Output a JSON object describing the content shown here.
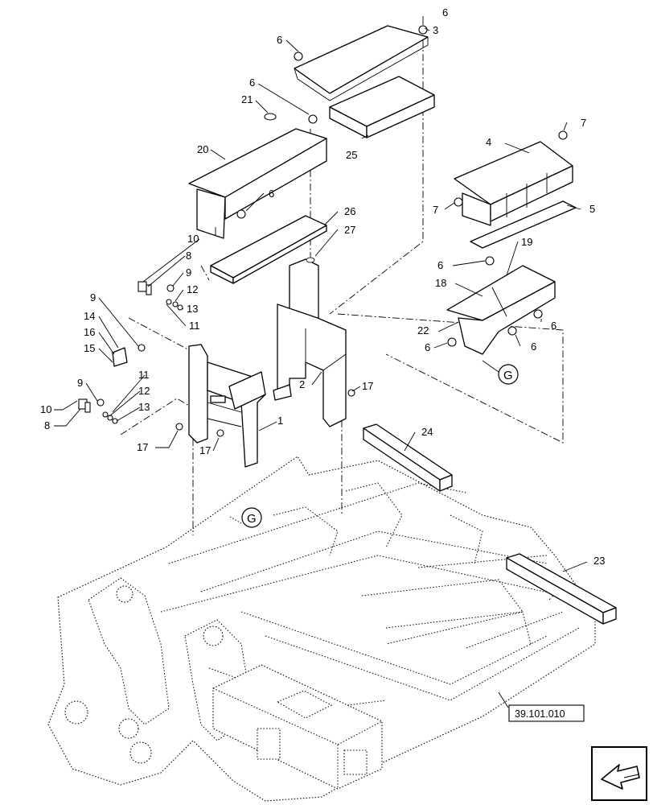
{
  "diagram": {
    "callouts": [
      {
        "id": "c3",
        "text": "3"
      },
      {
        "id": "c6a",
        "text": "6"
      },
      {
        "id": "c6b",
        "text": "6"
      },
      {
        "id": "c6c",
        "text": "6"
      },
      {
        "id": "c21",
        "text": "21"
      },
      {
        "id": "c20",
        "text": "20"
      },
      {
        "id": "c25",
        "text": "25"
      },
      {
        "id": "c6d",
        "text": "6"
      },
      {
        "id": "c26",
        "text": "26"
      },
      {
        "id": "c27",
        "text": "27"
      },
      {
        "id": "c7a",
        "text": "7"
      },
      {
        "id": "c4",
        "text": "4"
      },
      {
        "id": "c7b",
        "text": "7"
      },
      {
        "id": "c5",
        "text": "5"
      },
      {
        "id": "c19",
        "text": "19"
      },
      {
        "id": "c6e",
        "text": "6"
      },
      {
        "id": "c18",
        "text": "18"
      },
      {
        "id": "c6f",
        "text": "6"
      },
      {
        "id": "c22",
        "text": "22"
      },
      {
        "id": "c6g",
        "text": "6"
      },
      {
        "id": "c6h",
        "text": "6"
      },
      {
        "id": "c10a",
        "text": "10"
      },
      {
        "id": "c8a",
        "text": "8"
      },
      {
        "id": "c9a",
        "text": "9"
      },
      {
        "id": "c12a",
        "text": "12"
      },
      {
        "id": "c13a",
        "text": "13"
      },
      {
        "id": "c11a",
        "text": "11"
      },
      {
        "id": "c9b",
        "text": "9"
      },
      {
        "id": "c14",
        "text": "14"
      },
      {
        "id": "c16",
        "text": "16"
      },
      {
        "id": "c15",
        "text": "15"
      },
      {
        "id": "c11b",
        "text": "11"
      },
      {
        "id": "c9c",
        "text": "9"
      },
      {
        "id": "c12b",
        "text": "12"
      },
      {
        "id": "c10b",
        "text": "10"
      },
      {
        "id": "c13b",
        "text": "13"
      },
      {
        "id": "c8b",
        "text": "8"
      },
      {
        "id": "c2",
        "text": "2"
      },
      {
        "id": "c17a",
        "text": "17"
      },
      {
        "id": "c1",
        "text": "1"
      },
      {
        "id": "c17b",
        "text": "17"
      },
      {
        "id": "c17c",
        "text": "17"
      },
      {
        "id": "c24",
        "text": "24"
      },
      {
        "id": "c23",
        "text": "23"
      }
    ],
    "detail_markers": [
      {
        "id": "g1",
        "text": "G"
      },
      {
        "id": "g2",
        "text": "G"
      }
    ],
    "reference": "39.101.010",
    "nav_icon": "arrow-next-page-icon"
  }
}
